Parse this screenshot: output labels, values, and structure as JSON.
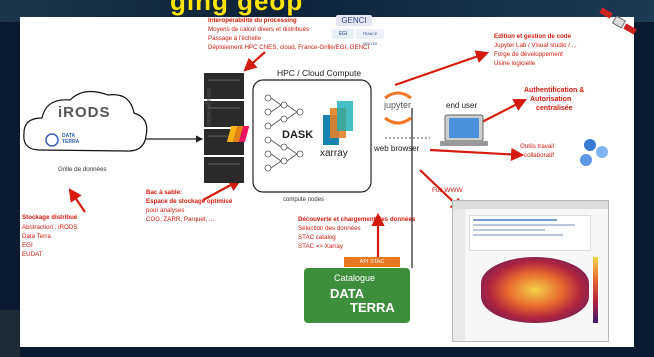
{
  "title_banner": "ging geop",
  "left": {
    "irods": "iRODS",
    "data": "DATA",
    "terra": "TERRA",
    "grid": "Grille de données",
    "storage_title": "Stockage distribué",
    "storage_items": [
      "Abstraction : iRODS",
      "Data Terra",
      "EGI",
      "EUDAT"
    ]
  },
  "storage_nodes": "storage nodes",
  "top": {
    "title": "Interopérabilité du processing",
    "lines": [
      "Moyens de calcul divers et distribués",
      "Passage à l'échelle",
      "Déploiement HPC CNES, cloud, France-Grille/EGI, GENCI"
    ],
    "logo_genci": "GENCI",
    "logo_egi": "EGI",
    "logo_fg": "FRANCE GRILLES"
  },
  "hpc": {
    "title": "HPC / Cloud Compute",
    "dask": "DASK",
    "xarray": "xarray",
    "compute_nodes": "compute nodes"
  },
  "sandbox": {
    "title": "Bac à sable:",
    "subtitle": "Espace de stockage optimisé",
    "lines": [
      "pour analyses",
      "COG, ZARR, Parquet, ..."
    ]
  },
  "discovery": {
    "title": "Découverte et chargement des données",
    "lines": [
      "Sélection des données",
      "STAC catalog",
      "STAC => Xarray"
    ]
  },
  "api_stac": "API STAC",
  "catalogue": {
    "label": "Catalogue",
    "data": "DATA",
    "terra": "TERRA"
  },
  "jupyter": "jupyter",
  "end_user": "end user",
  "web_browser": "web browser",
  "full_www": "Full WWW",
  "edition": {
    "title": "Edition et gestion de code",
    "lines": [
      "Jupyter Lab / Visual studio / ...",
      "Forge de développement",
      "Usine logicielle"
    ]
  },
  "auth": {
    "line1": "Authentification &",
    "line2": "Autorisation",
    "line3": "centralisée"
  },
  "collab": {
    "line1": "Outils travail",
    "line2": "collaboratif"
  }
}
